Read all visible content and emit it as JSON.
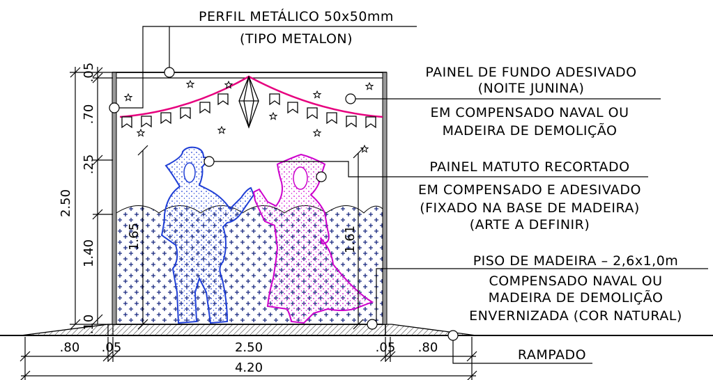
{
  "labels": {
    "perfil_1": "PERFIL METÁLICO 50x50mm",
    "perfil_2": "(TIPO METALON)",
    "fundo_1": "PAINEL DE FUNDO ADESIVADO",
    "fundo_2": "(NOITE JUNINA)",
    "fundo_3": "EM COMPENSADO NAVAL OU",
    "fundo_4": "MADEIRA DE DEMOLIÇÃO",
    "matuto_1": "PAINEL MATUTO RECORTADO",
    "matuto_2": "EM COMPENSADO E ADESIVADO",
    "matuto_3": "(FIXADO NA BASE DE MADEIRA)",
    "matuto_4": "(ARTE A DEFINIR)",
    "piso_1": "PISO DE MADEIRA – 2,6x1,0m",
    "piso_2": "COMPENSADO NAVAL OU",
    "piso_3": "MADEIRA DE DEMOLIÇÃO",
    "piso_4": "ENVERNIZADA (COR NATURAL)",
    "rampado": "RAMPADO"
  },
  "dimensions": {
    "v_total": "2.50",
    "v_05": ".05",
    "v_70": ".70",
    "v_25": ".25",
    "v_140": "1.40",
    "v_10": ".10",
    "h_80_left": ".80",
    "h_05_left": ".05",
    "h_250": "2.50",
    "h_05_right": ".05",
    "h_80_right": ".80",
    "h_total": "4.20",
    "fig_left": "1.65",
    "fig_right": "1.61"
  },
  "colors": {
    "line": "#000000",
    "bunting": "#e6007e",
    "man": "#1f3fd6",
    "woman": "#cc00cc",
    "pattern": "#1a2a80",
    "post": "#9a9a9a"
  }
}
